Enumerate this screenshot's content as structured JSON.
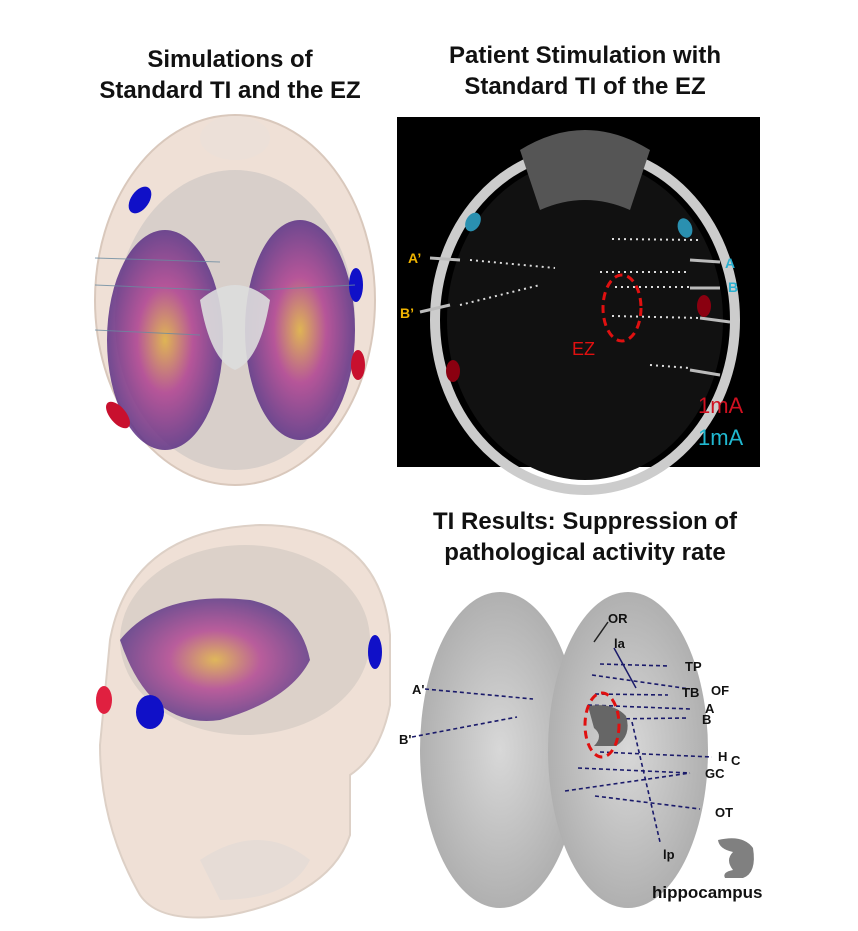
{
  "panels": {
    "top_left": {
      "title_line1": "Simulations of",
      "title_line2": "Standard TI and the EZ"
    },
    "top_right": {
      "title_line1": "Patient Stimulation with",
      "title_line2": "Standard TI of the EZ",
      "labels": {
        "a_prime": "A’",
        "b_prime": "B’",
        "a": "A",
        "b": "B",
        "ez": "EZ",
        "current_red": "1mA",
        "current_cyan": "1mA"
      }
    },
    "bottom_right": {
      "title_line1": "TI Results: Suppression of",
      "title_line2": "pathological activity rate",
      "labels": {
        "or": "OR",
        "la": "la",
        "tp": "TP",
        "of": "OF",
        "tb": "TB",
        "a": "A",
        "b": "B",
        "a_prime": "A'",
        "b_prime": "B'",
        "h": "H",
        "c": "C",
        "gc": "GC",
        "ot": "OT",
        "lp": "lp",
        "hippocampus": "hippocampus"
      }
    }
  },
  "colors": {
    "red_electrode": "#c8102e",
    "blue_electrode": "#1010c8",
    "ez_marker": "#e01010",
    "cyan_label": "#2ab0d0",
    "yellow_label": "#f0b400",
    "electrode_line": "#1a1a6a"
  }
}
